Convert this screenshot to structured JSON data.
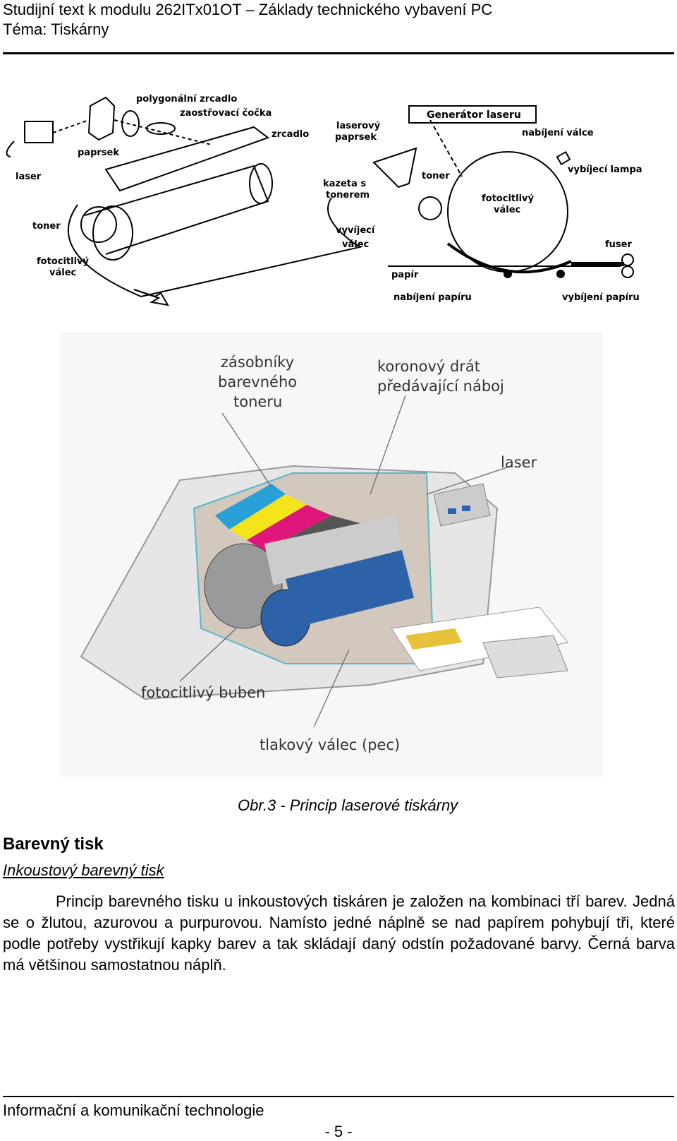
{
  "header": {
    "line1": "Studijní text k modulu 262ITx01OT – Základy technického vybavení PC",
    "line2": "Téma: Tiskárny"
  },
  "figure1": {
    "labels": {
      "polygon_mirror": "polygonální zrcadlo",
      "focus_lens": "zaostřovací čočka",
      "mirror": "zrcadlo",
      "beam": "paprsek",
      "laser": "laser",
      "toner": "toner",
      "drum_l1": "fotocitlivý",
      "drum_l2": "válec",
      "generator": "Generátor laseru",
      "laser_beam_l1": "laserový",
      "laser_beam_l2": "paprsek",
      "charge_drum": "nabíjení válce",
      "cartridge_l1": "kazeta s",
      "cartridge_l2": "tonerem",
      "toner2": "toner",
      "discharge_lamp": "vybíjecí lampa",
      "drum2_l1": "fotocitlivý",
      "drum2_l2": "válec",
      "developer_l1": "vyvíjecí",
      "developer_l2": "válec",
      "fuser": "fuser",
      "paper": "papír",
      "paper_charge": "nabíjení papíru",
      "paper_discharge": "vybíjení papíru"
    }
  },
  "figure2": {
    "labels": {
      "toner_l1": "zásobníky",
      "toner_l2": "barevného",
      "toner_l3": "toneru",
      "corona_l1": "koronový drát",
      "corona_l2": "předávající náboj",
      "laser": "laser",
      "drum": "fotocitlivý buben",
      "pressure": "tlakový válec (pec)"
    }
  },
  "caption": "Obr.3 -  Princip laserové tiskárny",
  "section": {
    "title": "Barevný tisk",
    "subtitle": "Inkoustový barevný tisk",
    "paragraph": "Princip barevného tisku u inkoustových tiskáren je založen na kombinaci tří barev. Jedná se o žlutou, azurovou a purpurovou. Namísto jedné náplně se nad papírem pohybují tři, které podle potřeby vystřikují kapky barev a tak skládají daný odstín požadované barvy. Černá barva má většinou samostatnou náplň."
  },
  "footer": {
    "org": "Informační a komunikační technologie",
    "page": "- 5 -"
  }
}
